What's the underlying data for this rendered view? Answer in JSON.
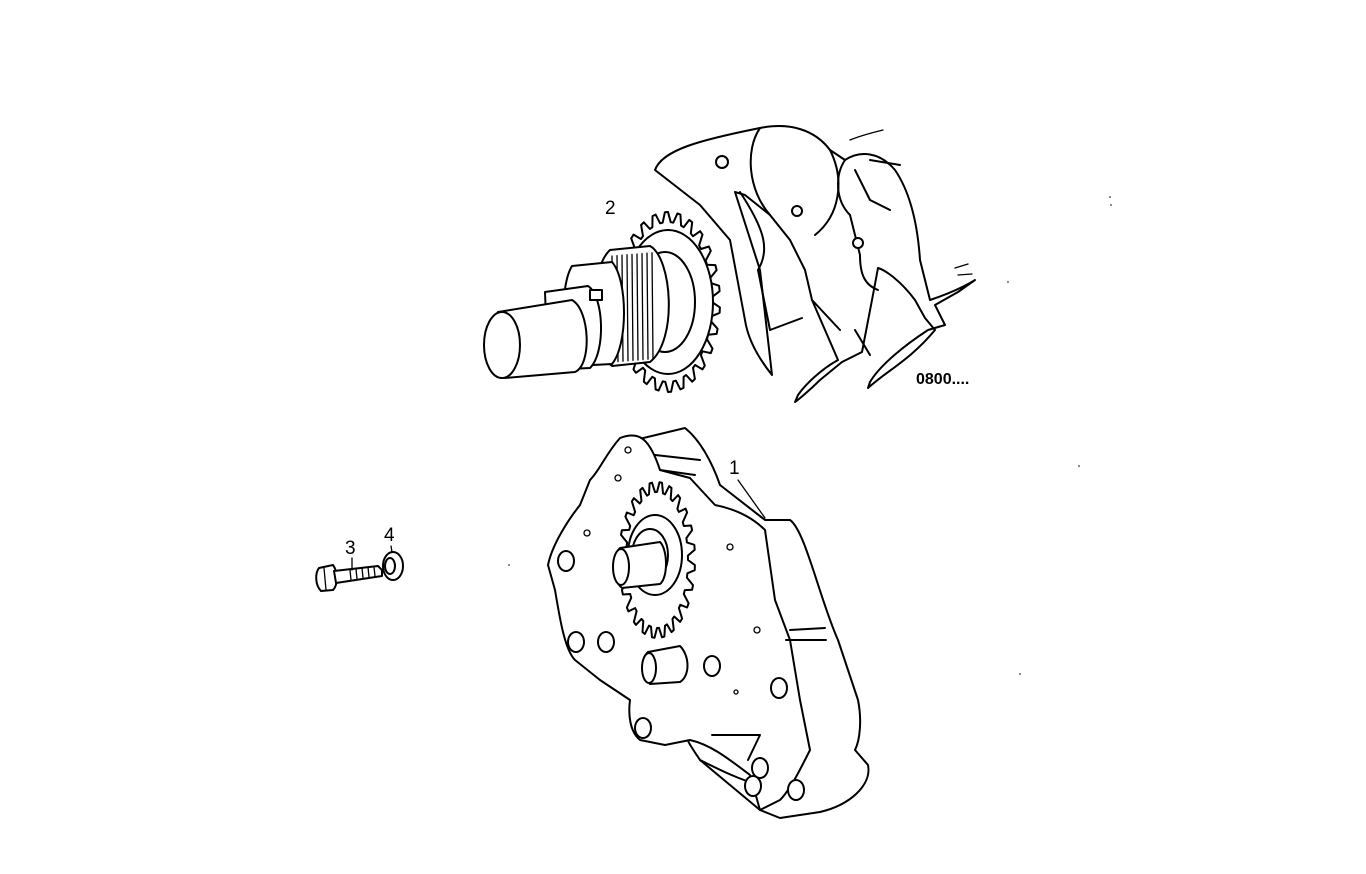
{
  "diagram": {
    "part_code": "0800....",
    "callouts": [
      {
        "id": "callout-1",
        "label": "1",
        "part": "oil pump housing with drive gear"
      },
      {
        "id": "callout-2",
        "label": "2",
        "part": "crankshaft gear"
      },
      {
        "id": "callout-3",
        "label": "3",
        "part": "hex bolt"
      },
      {
        "id": "callout-4",
        "label": "4",
        "part": "washer"
      }
    ]
  }
}
